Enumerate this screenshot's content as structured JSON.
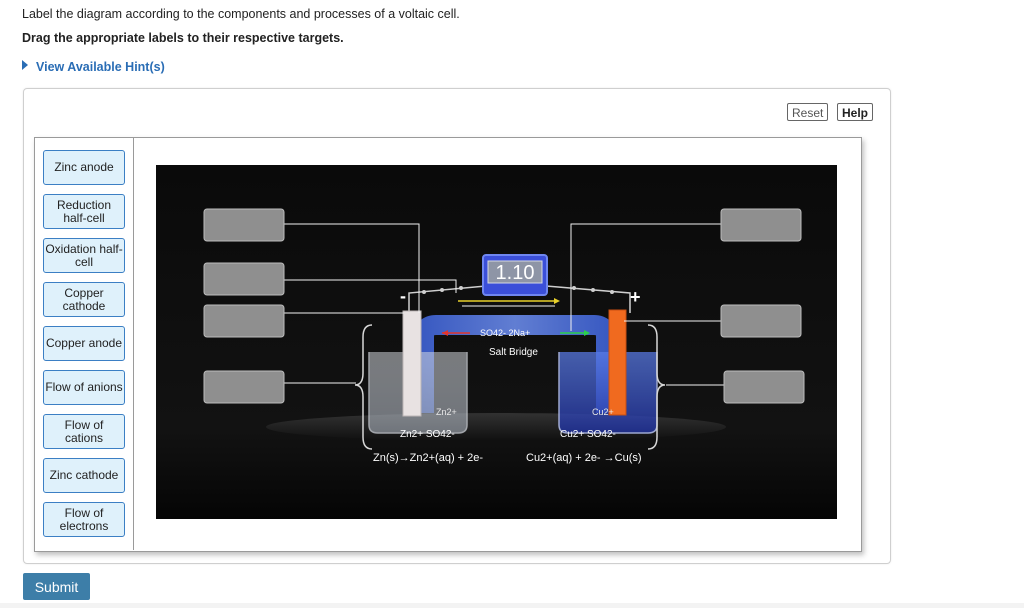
{
  "instructions": {
    "line1": "Label the diagram according to the components and processes of a voltaic cell.",
    "line2": "Drag the appropriate labels to their respective targets.",
    "hint": "View Available Hint(s)"
  },
  "toolbar": {
    "reset": "Reset",
    "help": "Help"
  },
  "labels": [
    "Zinc anode",
    "Reduction half-cell",
    "Oxidation half-cell",
    "Copper cathode",
    "Copper anode",
    "Flow of anions",
    "Flow of cations",
    "Zinc cathode",
    "Flow of electrons"
  ],
  "diagram": {
    "voltmeter": "1.10",
    "minus": "-",
    "plus": "+",
    "bridge_ions": "SO42-   2Na+",
    "bridge": "Salt Bridge",
    "zn_ion": "Zn2+",
    "cu_ion": "Cu2+",
    "left_solution": "Zn2+  SO42-",
    "right_solution": "Cu2+  SO42-",
    "left_eq": "Zn(s)→Zn2+(aq) + 2e-",
    "right_eq": "Cu2+(aq) + 2e- →Cu(s)"
  },
  "submit": "Submit"
}
